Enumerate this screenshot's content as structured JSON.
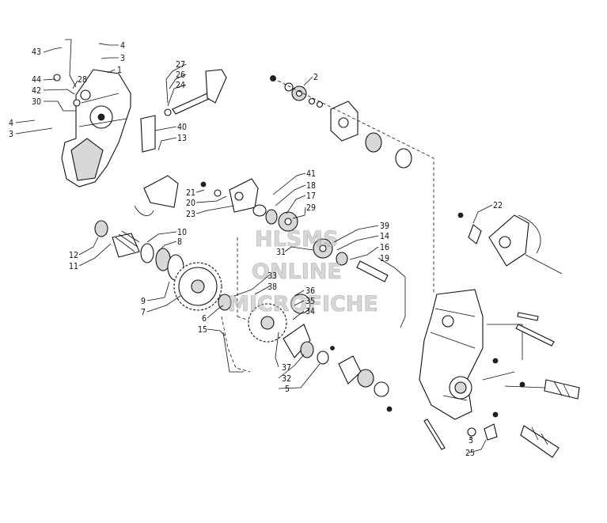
{
  "callouts": [
    "43",
    "4",
    "3",
    "1",
    "44",
    "42",
    "30",
    "28",
    "4",
    "3",
    "27",
    "26",
    "24",
    "40",
    "13",
    "2",
    "41",
    "18",
    "17",
    "29",
    "21",
    "20",
    "23",
    "22",
    "10",
    "8",
    "12",
    "11",
    "39",
    "14",
    "16",
    "19",
    "31",
    "9",
    "7",
    "33",
    "38",
    "36",
    "35",
    "34",
    "6",
    "15",
    "37",
    "32",
    "5",
    "3",
    "25"
  ],
  "watermark": [
    "HLSMS",
    "ONLINE",
    "MICROFICHE"
  ]
}
